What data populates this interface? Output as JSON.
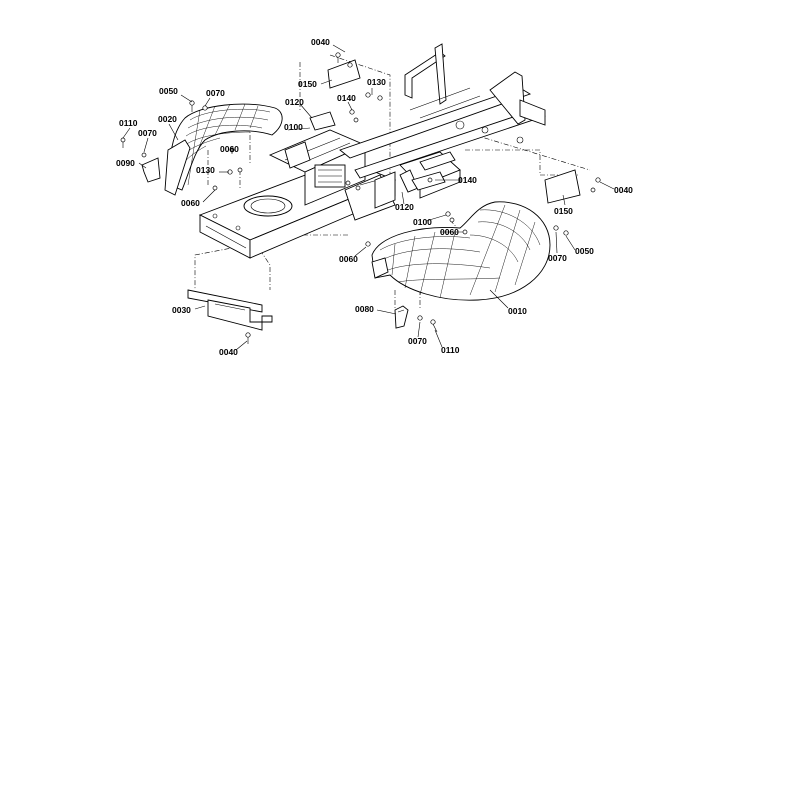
{
  "callouts": [
    "0040",
    "0150",
    "0130",
    "0140",
    "0120",
    "0100",
    "0050",
    "0070",
    "0110",
    "0070",
    "0020",
    "0090",
    "0060",
    "0130",
    "0060",
    "0140",
    "0120",
    "0100",
    "0060",
    "0060",
    "0150",
    "0040",
    "0070",
    "0050",
    "0010",
    "0080",
    "0070",
    "0110",
    "0030",
    "0040"
  ],
  "colors": {
    "line": "#000000",
    "background": "#ffffff"
  }
}
